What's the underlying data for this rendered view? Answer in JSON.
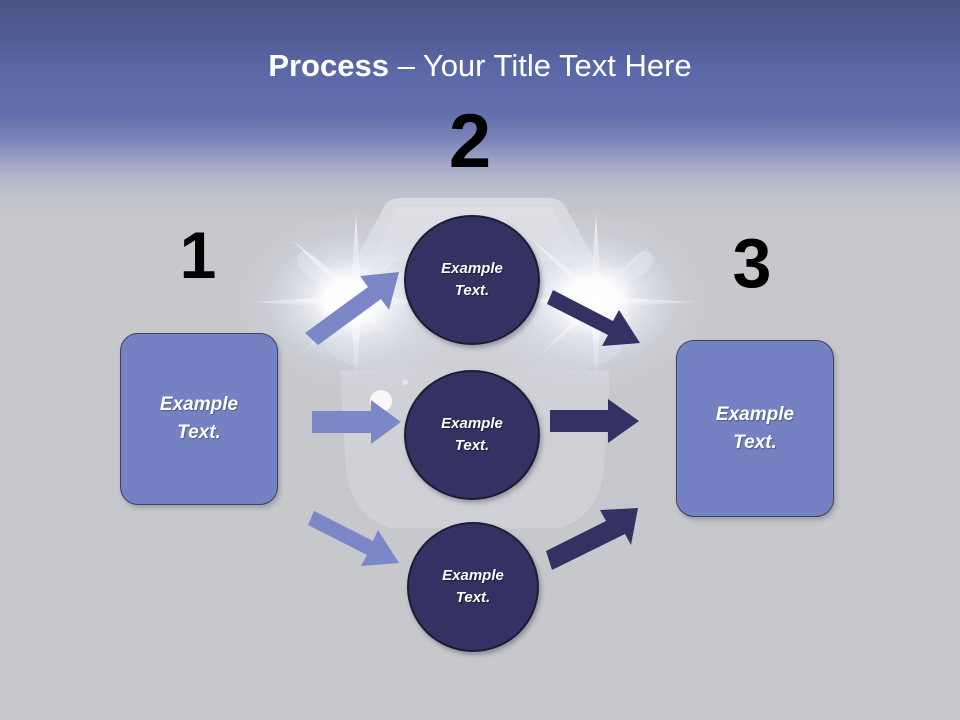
{
  "slide": {
    "title_bold": "Process",
    "title_separator": " – ",
    "title_rest": "Your Title Text Here",
    "background_top_color": "#4a5488",
    "background_mid_color": "#606dae",
    "background_bottom_color": "#c7c8cc"
  },
  "steps": [
    {
      "number": "1",
      "label": "Example\nText."
    },
    {
      "number": "2",
      "label": "Example\nText."
    },
    {
      "number": "3",
      "label": "Example\nText."
    }
  ],
  "numbers": {
    "one": "1",
    "two": "2",
    "three": "3"
  },
  "boxes": {
    "left": {
      "line1": "Example",
      "line2": "Text.",
      "fill_color": "#7481c3",
      "border_color": "#3f4258",
      "text_color": "#ffffff"
    },
    "right": {
      "line1": "Example",
      "line2": "Text.",
      "fill_color": "#7481c3",
      "border_color": "#3f4258",
      "text_color": "#ffffff"
    }
  },
  "circles": [
    {
      "id": "top",
      "line1": "Example",
      "line2": "Text.",
      "fill_color": "#343262",
      "border_color": "#1d1c35",
      "text_color": "#ffffff"
    },
    {
      "id": "middle",
      "line1": "Example",
      "line2": "Text.",
      "fill_color": "#343262",
      "border_color": "#1d1c35",
      "text_color": "#ffffff"
    },
    {
      "id": "bottom",
      "line1": "Example",
      "line2": "Text.",
      "fill_color": "#343262",
      "border_color": "#1d1c35",
      "text_color": "#ffffff"
    }
  ],
  "arrows": {
    "light_color": "#7b87c7",
    "dark_color": "#343262",
    "inbound": [
      {
        "name": "arrow-left-to-top-circle",
        "direction": "up-right"
      },
      {
        "name": "arrow-left-to-middle-circle",
        "direction": "right"
      },
      {
        "name": "arrow-left-to-bottom-circle",
        "direction": "down-right"
      }
    ],
    "outbound": [
      {
        "name": "arrow-top-circle-to-right",
        "direction": "down-right"
      },
      {
        "name": "arrow-middle-circle-to-right",
        "direction": "right"
      },
      {
        "name": "arrow-bottom-circle-to-right",
        "direction": "up-right"
      }
    ]
  },
  "artwork": {
    "car_silhouette_color": "#d6d7dc",
    "headlight_glow_color": "#ffffff"
  }
}
